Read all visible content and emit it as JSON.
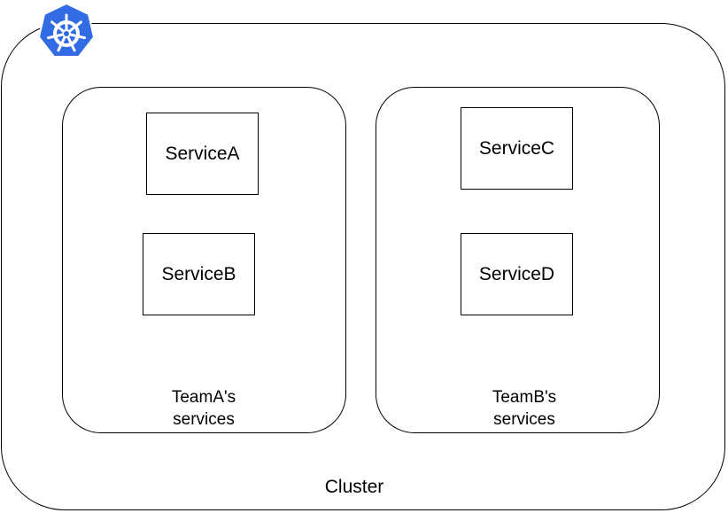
{
  "cluster": {
    "label": "Cluster",
    "logo_icon": "kubernetes-helm-icon",
    "logo_color": "#326CE5"
  },
  "teams": [
    {
      "label": "TeamA's\nservices",
      "services": [
        "ServiceA",
        "ServiceB"
      ]
    },
    {
      "label": "TeamB's\nservices",
      "services": [
        "ServiceC",
        "ServiceD"
      ]
    }
  ]
}
